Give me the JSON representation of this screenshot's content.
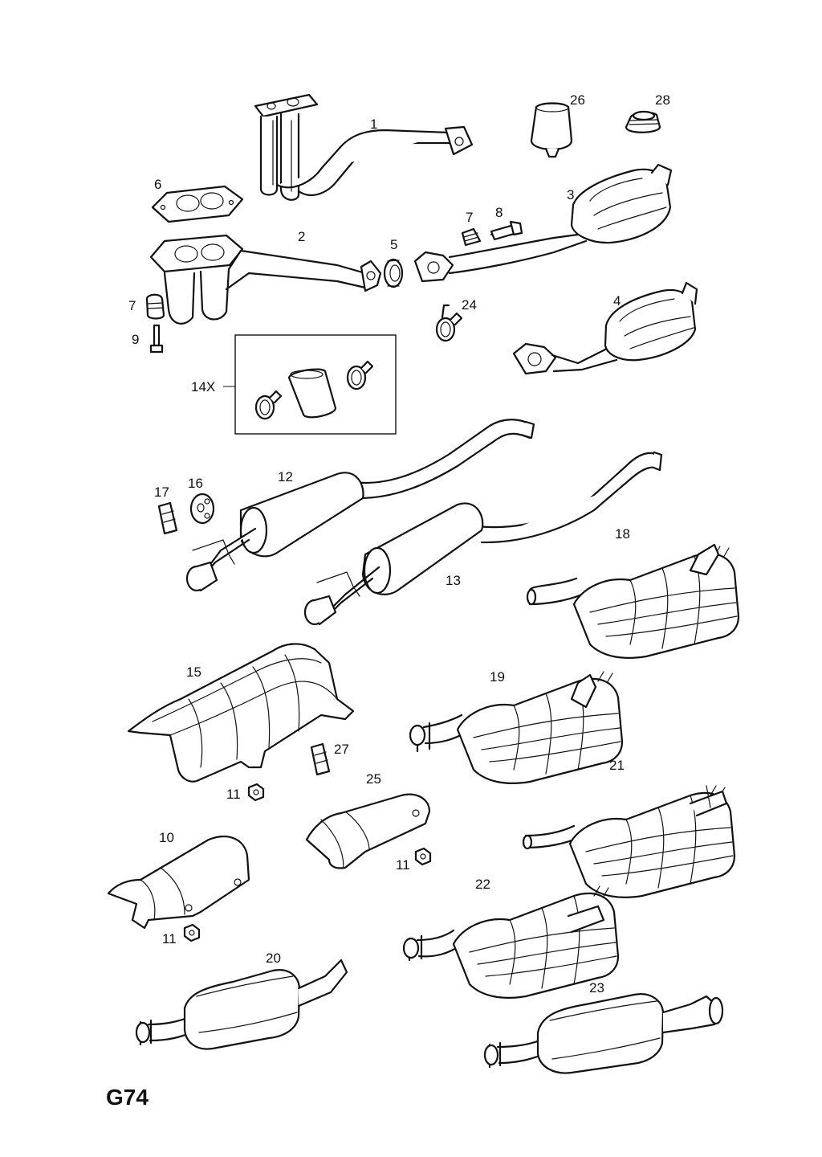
{
  "page_code": "G74",
  "callouts": {
    "p1": "1",
    "p2": "2",
    "p3": "3",
    "p4": "4",
    "p5": "5",
    "p6": "6",
    "p7a": "7",
    "p7b": "7",
    "p8": "8",
    "p9": "9",
    "p10": "10",
    "p11a": "11",
    "p11b": "11",
    "p11c": "11",
    "p12": "12",
    "p13": "13",
    "p14": "14X",
    "p15": "15",
    "p16": "16",
    "p17": "17",
    "p18": "18",
    "p19": "19",
    "p20": "20",
    "p21": "21",
    "p22": "22",
    "p23": "23",
    "p24": "24",
    "p25": "25",
    "p26": "26",
    "p27": "27",
    "p28": "28"
  },
  "colors": {
    "line": "#111111",
    "background": "#ffffff"
  }
}
